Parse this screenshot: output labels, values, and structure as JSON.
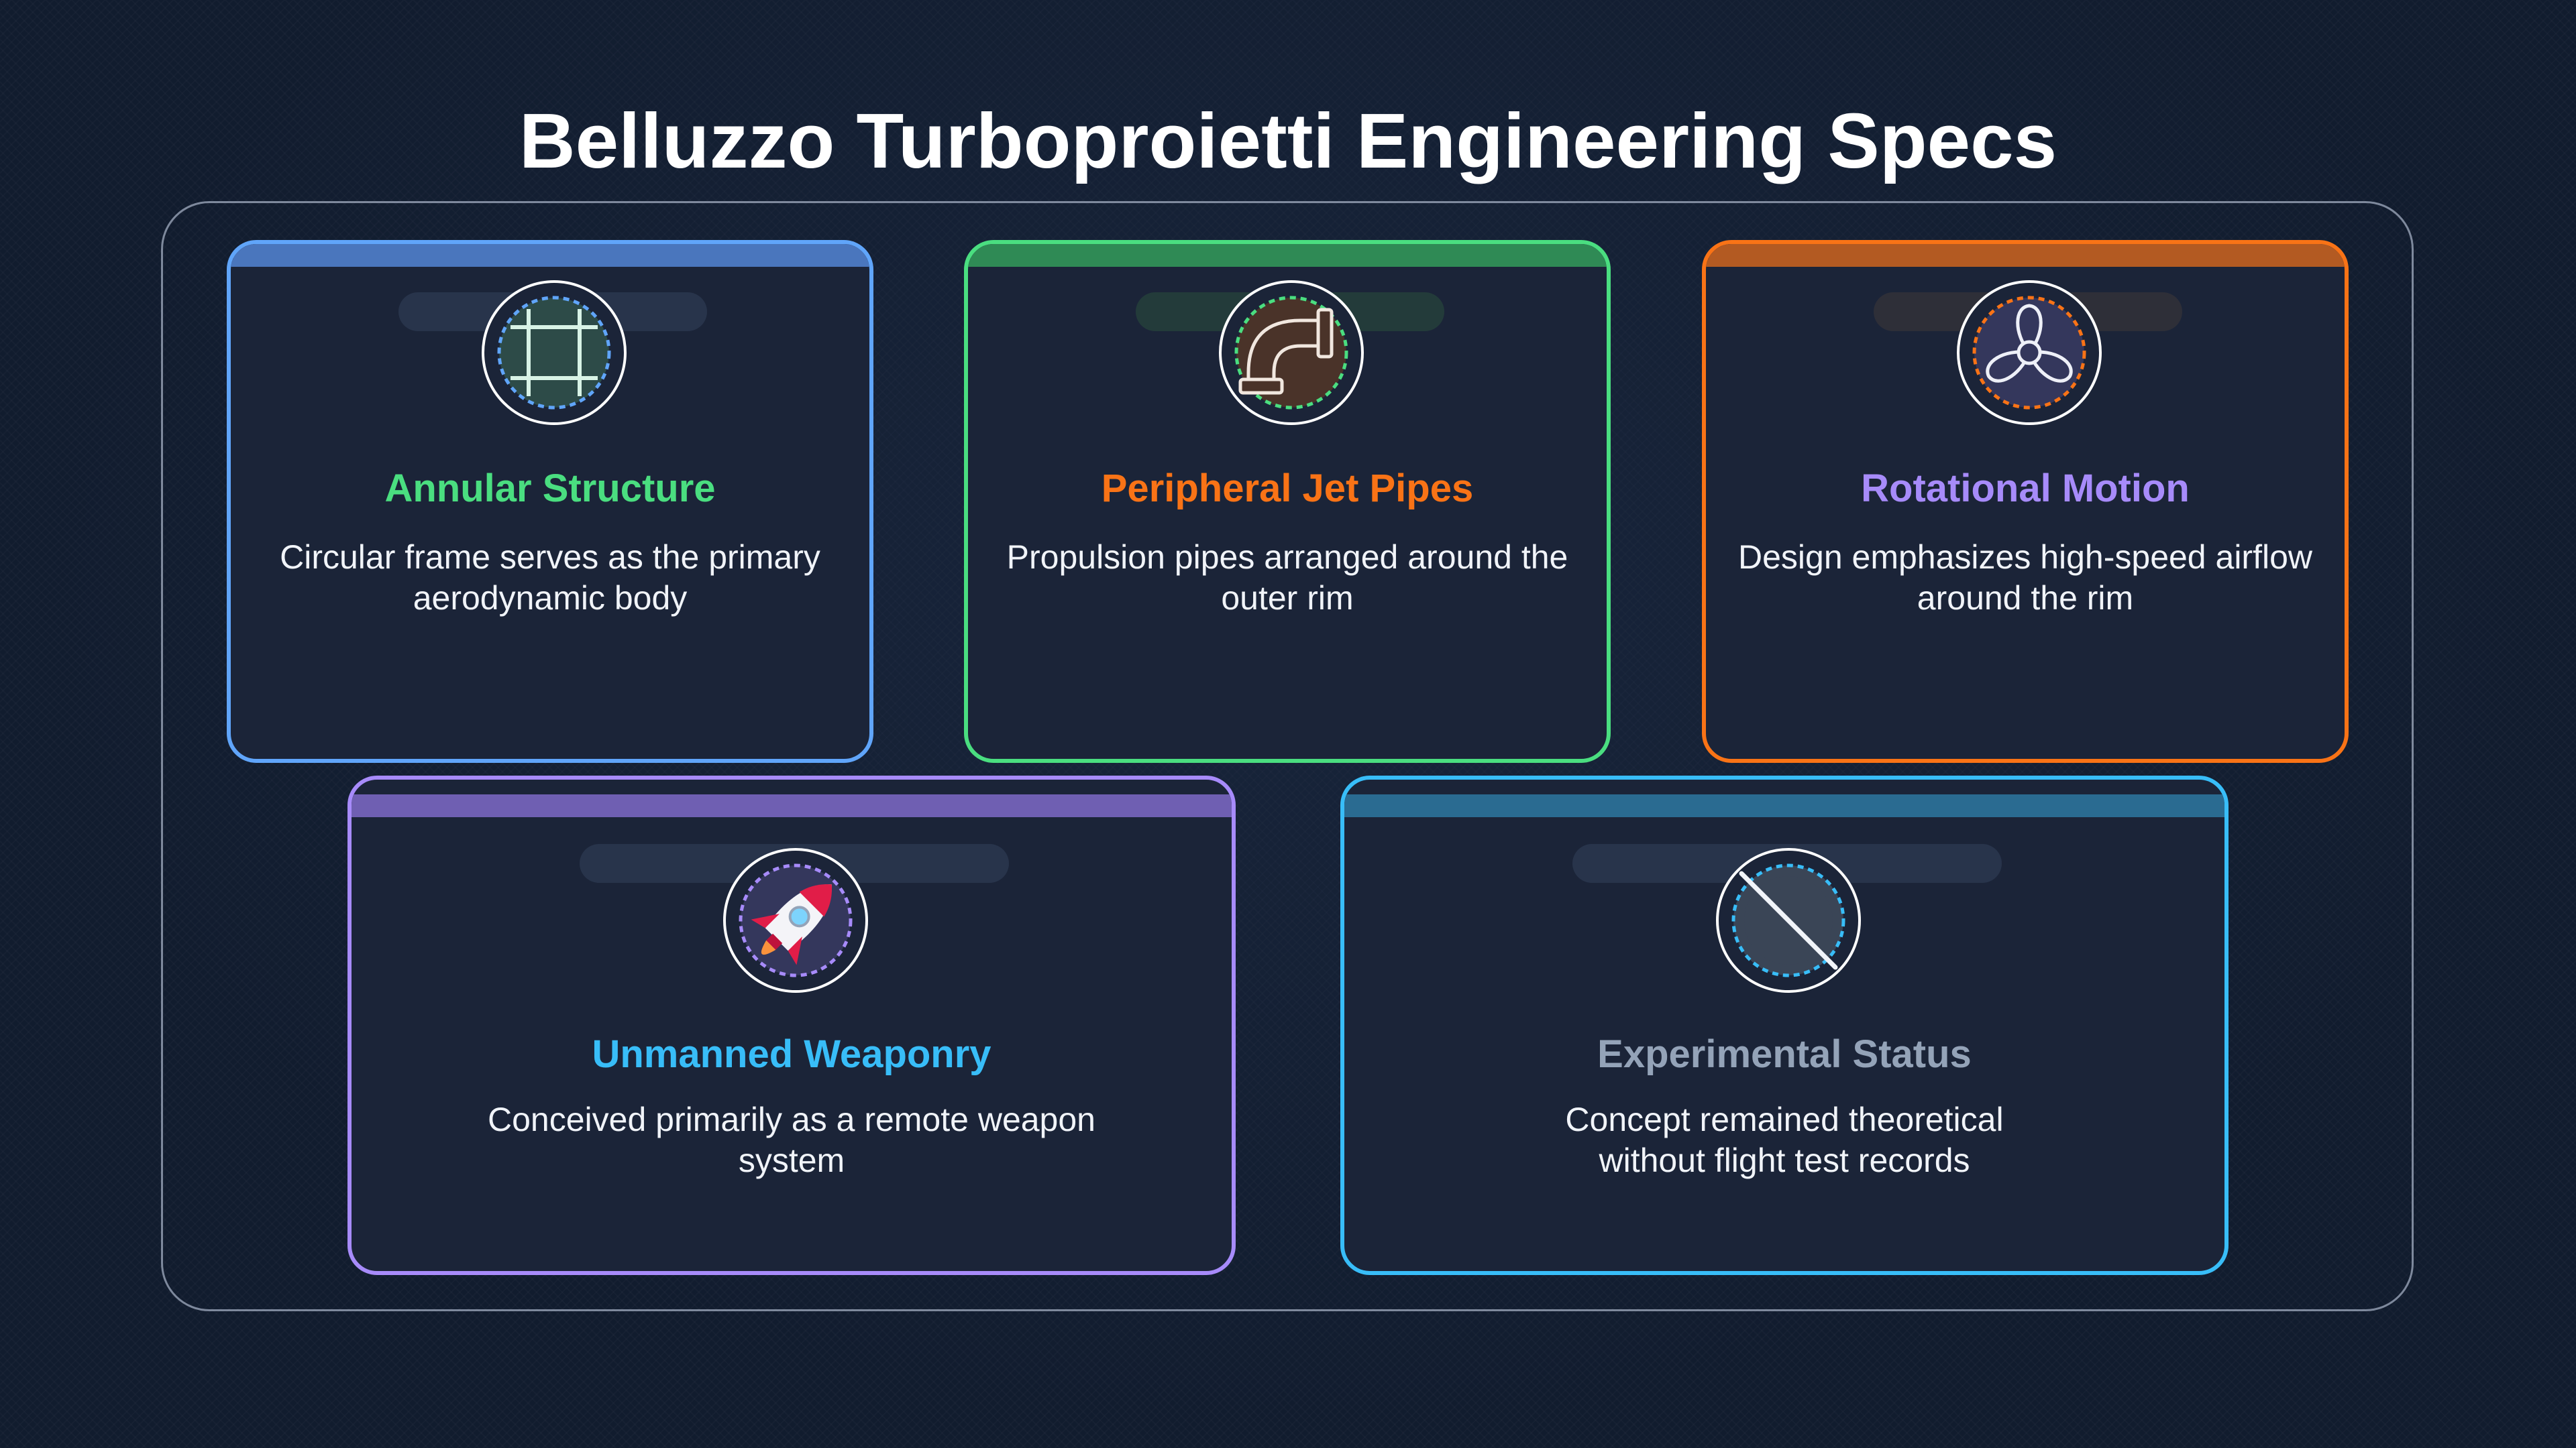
{
  "title": "Belluzzo Turboproietti Engineering Specs",
  "cards": [
    {
      "heading": "Annular Structure",
      "description": "Circular frame serves as the primary aerodynamic body",
      "icon": "annular-frame-icon",
      "accent": "#4ade80",
      "border": "#60a5fa"
    },
    {
      "heading": "Peripheral Jet Pipes",
      "description": "Propulsion pipes arranged around the outer rim",
      "icon": "pipe-elbow-icon",
      "accent": "#f97316",
      "border": "#4ade80"
    },
    {
      "heading": "Rotational Motion",
      "description": "Design emphasizes high-speed airflow around the rim",
      "icon": "propeller-icon",
      "accent": "#a78bfa",
      "border": "#f97316"
    },
    {
      "heading": "Unmanned Weaponry",
      "description": "Conceived primarily as a remote weapon system",
      "icon": "rocket-icon",
      "accent": "#38bdf8",
      "border": "#a78bfa"
    },
    {
      "heading": "Experimental Status",
      "description": "Concept remained theoretical without flight test records",
      "icon": "prohibited-icon",
      "accent": "#94a3b8",
      "border": "#38bdf8"
    }
  ]
}
